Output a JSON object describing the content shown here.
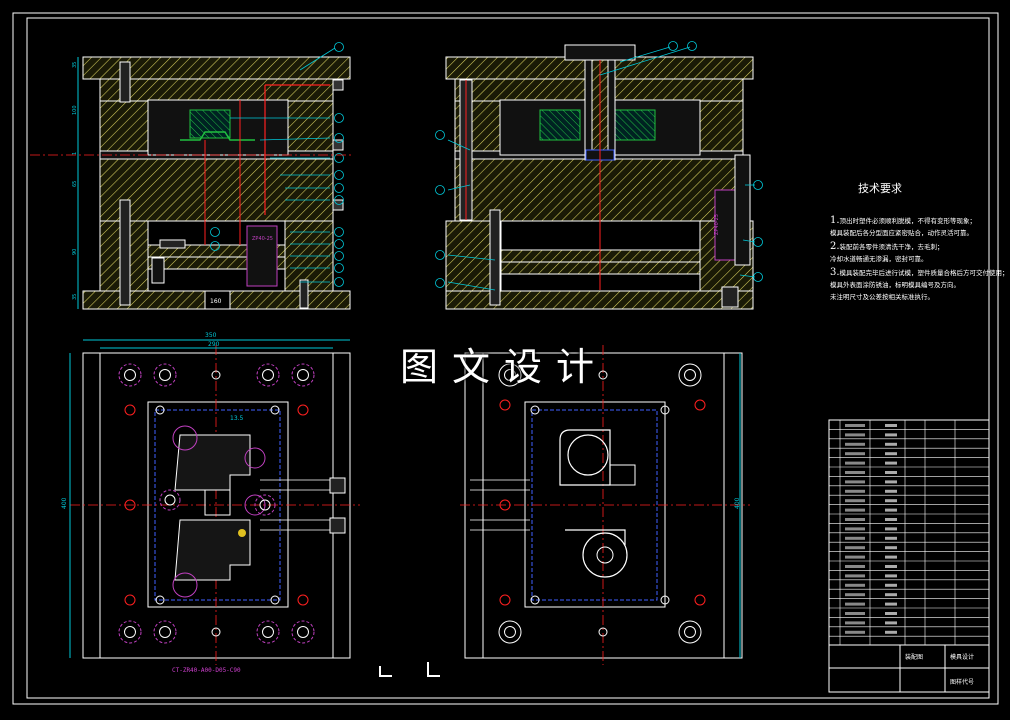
{
  "watermark": "图文设计",
  "tech_requirements": {
    "title": "技术要求",
    "lines": [
      {
        "num": "1.",
        "text": "顶出时塑件必须顺利脱模，不得有变形等现象；"
      },
      {
        "num": "",
        "text": "模具装配后各分型面应紧密贴合，动作灵活可靠。"
      },
      {
        "num": "2.",
        "text": "装配前各零件须清洗干净，去毛刺；"
      },
      {
        "num": "",
        "text": "冷却水道畅通无渗漏，密封可靠。"
      },
      {
        "num": "3.",
        "text": "模具装配完毕后进行试模，塑件质量合格后方可交付使用；"
      },
      {
        "num": "",
        "text": "模具外表面涂防锈油，标明模具编号及方向。"
      },
      {
        "num": "",
        "text": "未注明尺寸及公差按相关标准执行。"
      }
    ]
  },
  "dimensions": {
    "top_left_side": [
      "35",
      "100",
      "1",
      "65",
      "90",
      "35"
    ],
    "plan_width_outer": "350",
    "plan_width_inner": "290",
    "plan_height_left": "400",
    "plan_height_right": "400",
    "cavity_offset": "13.5"
  },
  "part_code": "CT-ZR40-A00-D05-C90",
  "title_block": {
    "drawing_name": "装配图",
    "company": "模具设计",
    "scale_label": "图样代号"
  },
  "colors": {
    "background": "#000000",
    "outline": "#ffffff",
    "plate": "#b8b050",
    "hatch": "#d8d060",
    "leader": "#00c8d8",
    "part": "#00c800",
    "center": "#ff2020",
    "hidden": "#4060ff",
    "ejector": "#c040c0"
  }
}
